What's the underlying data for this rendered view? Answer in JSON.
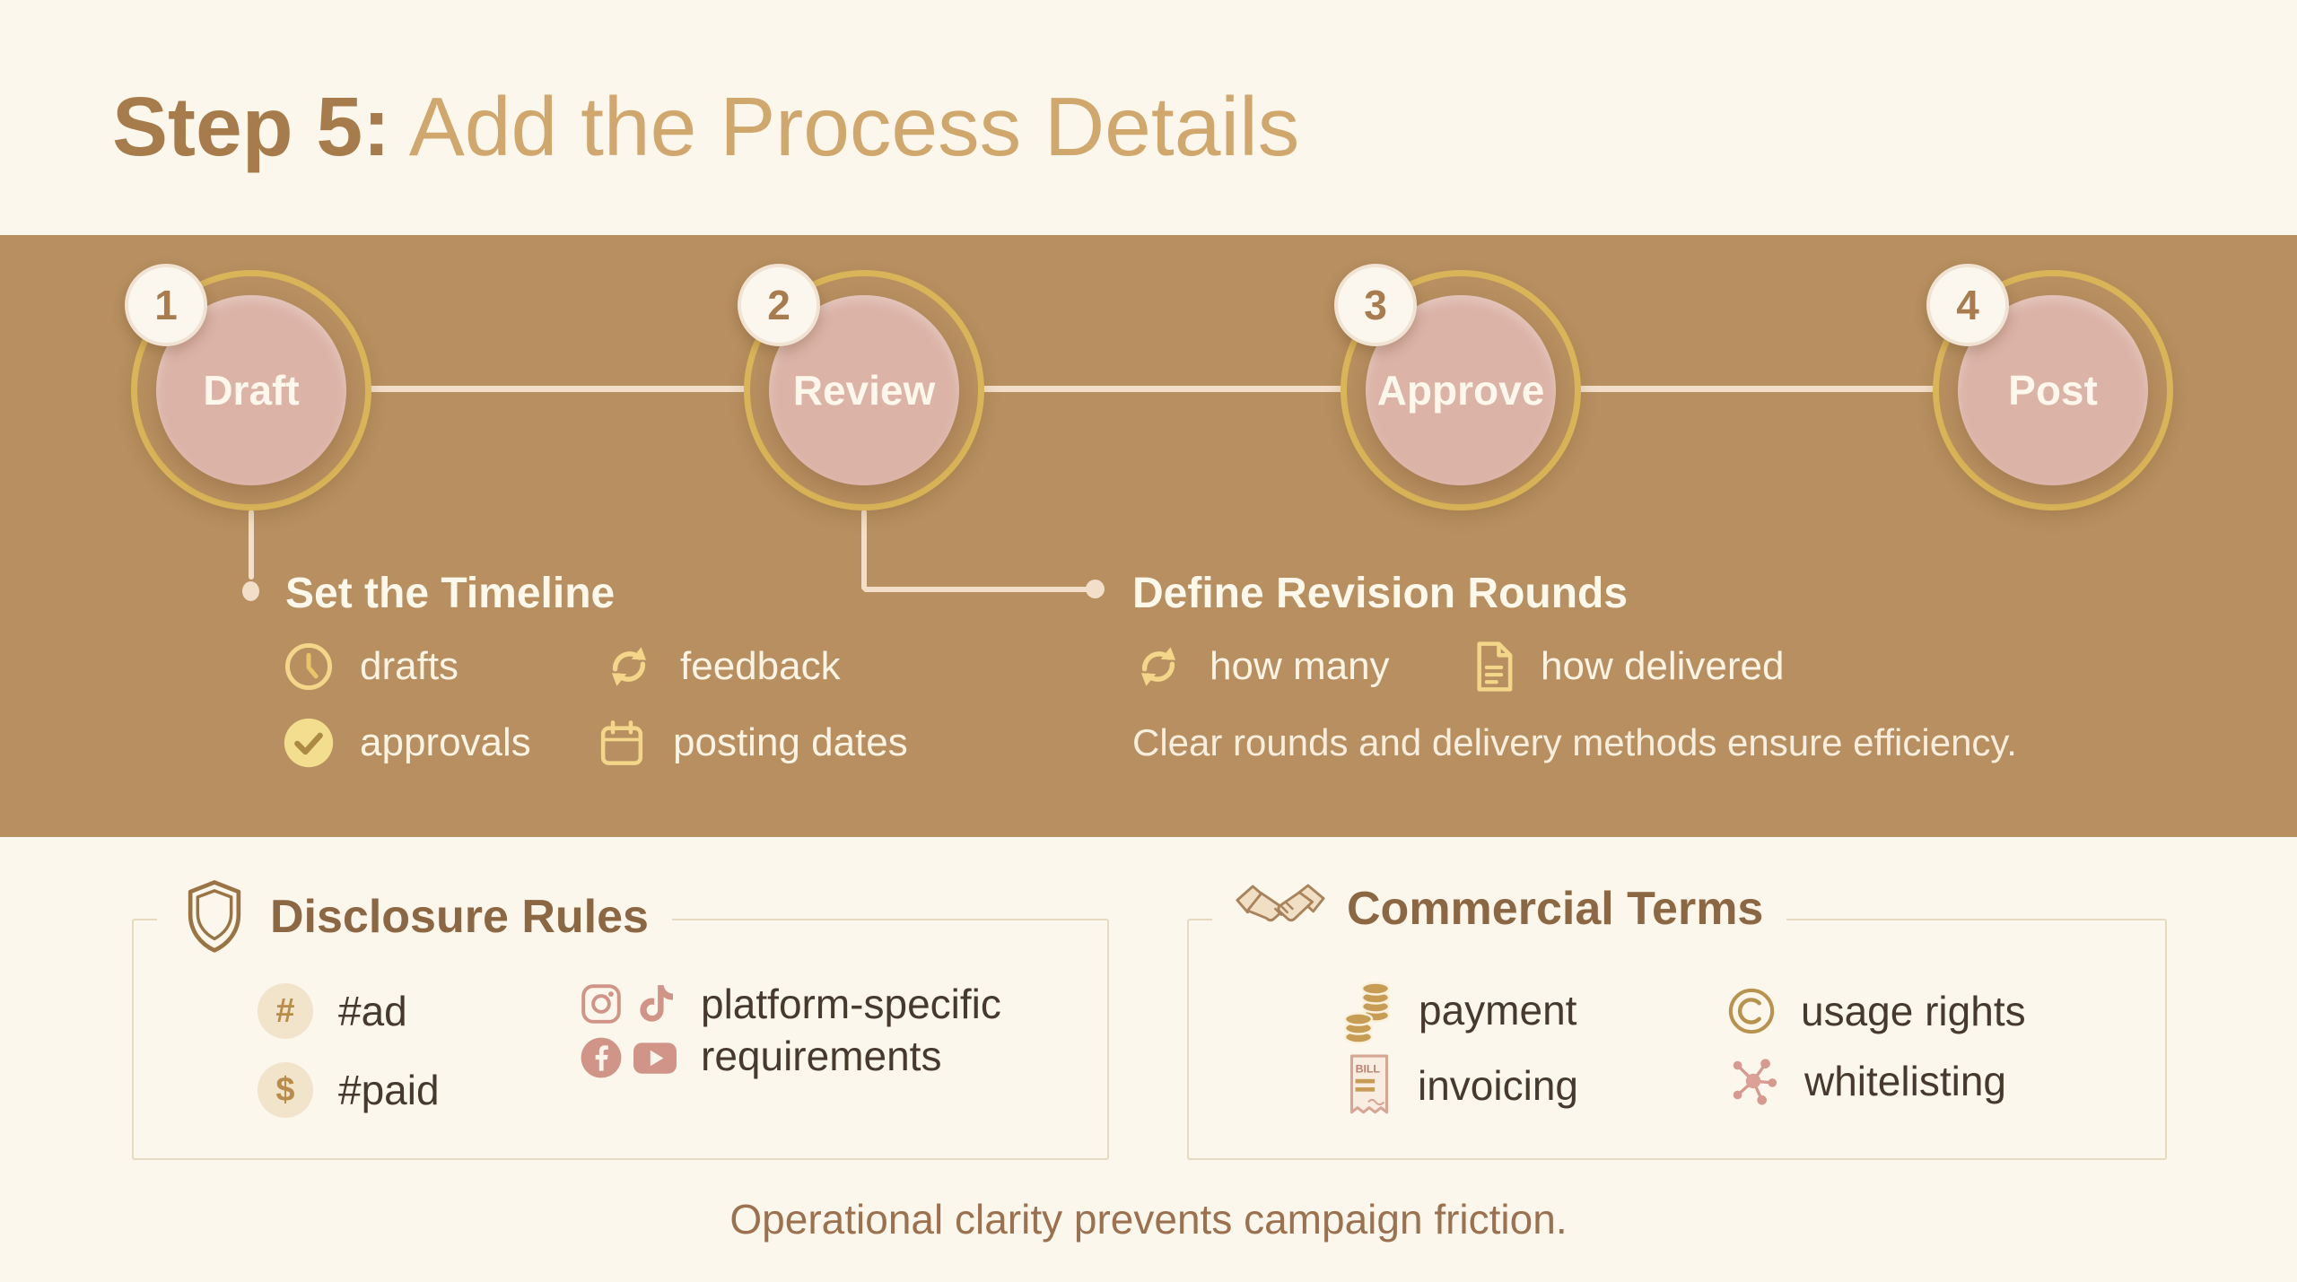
{
  "title": {
    "step": "Step 5:",
    "rest": " Add the Process Details"
  },
  "timeline": {
    "steps": [
      {
        "number": "1",
        "label": "Draft"
      },
      {
        "number": "2",
        "label": "Review"
      },
      {
        "number": "3",
        "label": "Approve"
      },
      {
        "number": "4",
        "label": "Post"
      }
    ]
  },
  "set_timeline": {
    "heading": "Set the Timeline",
    "items": [
      {
        "icon": "clock-icon",
        "label": "drafts"
      },
      {
        "icon": "refresh-icon",
        "label": "feedback"
      },
      {
        "icon": "check-circle-icon",
        "label": "approvals"
      },
      {
        "icon": "calendar-icon",
        "label": "posting dates"
      }
    ]
  },
  "revision_rounds": {
    "heading": "Define Revision Rounds",
    "items": [
      {
        "icon": "refresh-icon",
        "label": "how many"
      },
      {
        "icon": "document-icon",
        "label": "how delivered"
      }
    ],
    "note": "Clear rounds and delivery methods ensure efficiency."
  },
  "disclosure": {
    "heading": "Disclosure Rules",
    "hashtag_glyph": "#",
    "dollar_glyph": "$",
    "items": [
      {
        "label": "#ad"
      },
      {
        "label": "#paid"
      },
      {
        "label": "platform-specific requirements",
        "icons": [
          "instagram-icon",
          "tiktok-icon",
          "facebook-icon",
          "youtube-icon"
        ]
      }
    ]
  },
  "commercial": {
    "heading": "Commercial Terms",
    "invoice_icon_text": "BILL",
    "items": [
      {
        "icon": "coins-icon",
        "label": "payment"
      },
      {
        "icon": "copyright-icon",
        "label": "usage rights"
      },
      {
        "icon": "invoice-icon",
        "label": "invoicing"
      },
      {
        "icon": "network-icon",
        "label": "whitelisting"
      }
    ]
  },
  "footer": {
    "note": "Operational clarity prevents campaign friction."
  },
  "colors": {
    "page_bg": "#fbf7ec",
    "band": "#b78f60",
    "gold_ring": "#dab458",
    "pink_circle": "#dcb3a7",
    "connector": "#f3dfc9",
    "gold_icon": "#f3d689",
    "heading_brown": "#8c6744",
    "text_dark": "#463a2e",
    "dusty_pink": "#d09488",
    "coin_gold": "#c79c54",
    "title_dark": "#a77c4c",
    "title_light": "#d0a76c",
    "footer_text": "#9b7150",
    "badge_number": "#a87c4f",
    "white_text": "#fdf8ec"
  }
}
